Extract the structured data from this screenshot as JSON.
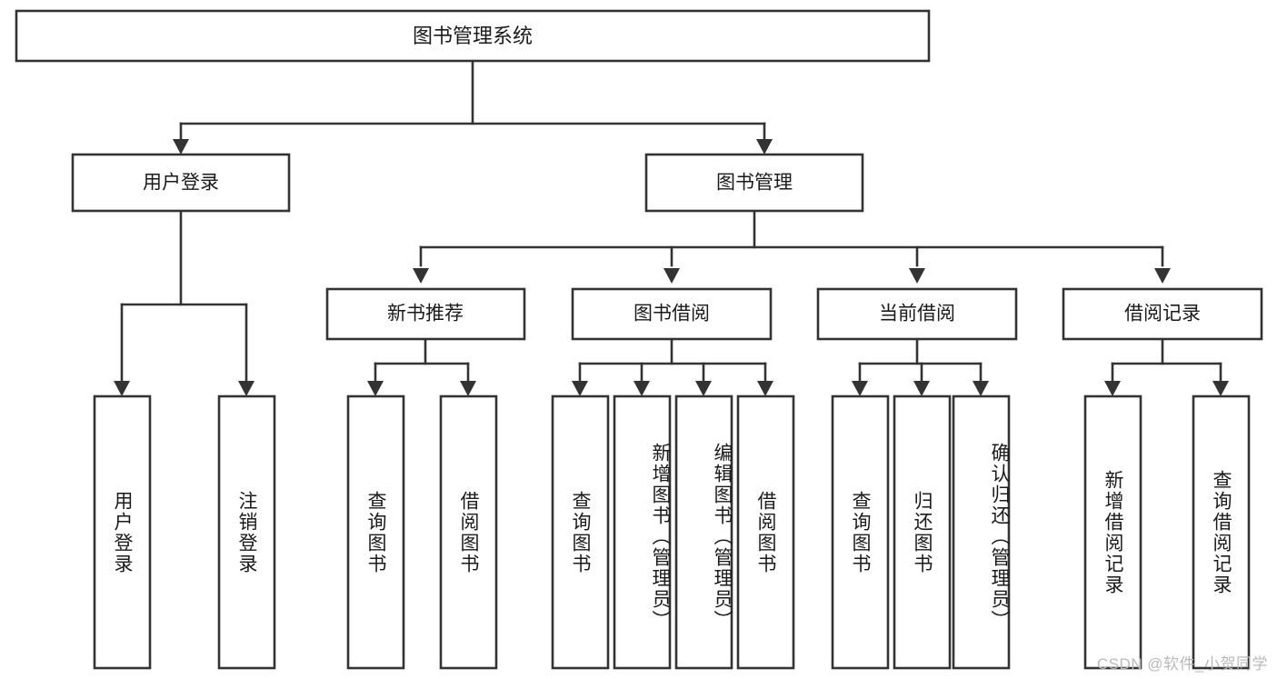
{
  "diagram": {
    "type": "tree-hierarchy",
    "title": "图书管理系统",
    "orientation": "top-down",
    "colors": {
      "box_stroke": "#333333",
      "box_fill": "#ffffff",
      "text": "#1a1a1a",
      "background": "#ffffff",
      "watermark": "#b9b9b9"
    },
    "root": {
      "label": "图书管理系统"
    },
    "level1": [
      {
        "label": "用户登录"
      },
      {
        "label": "图书管理"
      }
    ],
    "level2": [
      {
        "label": "新书推荐"
      },
      {
        "label": "图书借阅"
      },
      {
        "label": "当前借阅"
      },
      {
        "label": "借阅记录"
      }
    ],
    "leaves": {
      "user_login": [
        {
          "label": "用户登录"
        },
        {
          "label": "注销登录"
        }
      ],
      "new_book_recommend": [
        {
          "label": "查询图书"
        },
        {
          "label": "借阅图书"
        }
      ],
      "book_borrow": [
        {
          "label": "查询图书"
        },
        {
          "label": "新增图书（管理员）"
        },
        {
          "label": "编辑图书（管理员）"
        },
        {
          "label": "借阅图书"
        }
      ],
      "current_borrow": [
        {
          "label": "查询图书"
        },
        {
          "label": "归还图书"
        },
        {
          "label": "确认归还（管理员）"
        }
      ],
      "borrow_record": [
        {
          "label": "新增借阅记录"
        },
        {
          "label": "查询借阅记录"
        }
      ]
    },
    "watermark": "CSDN @软件_小贺同学"
  }
}
